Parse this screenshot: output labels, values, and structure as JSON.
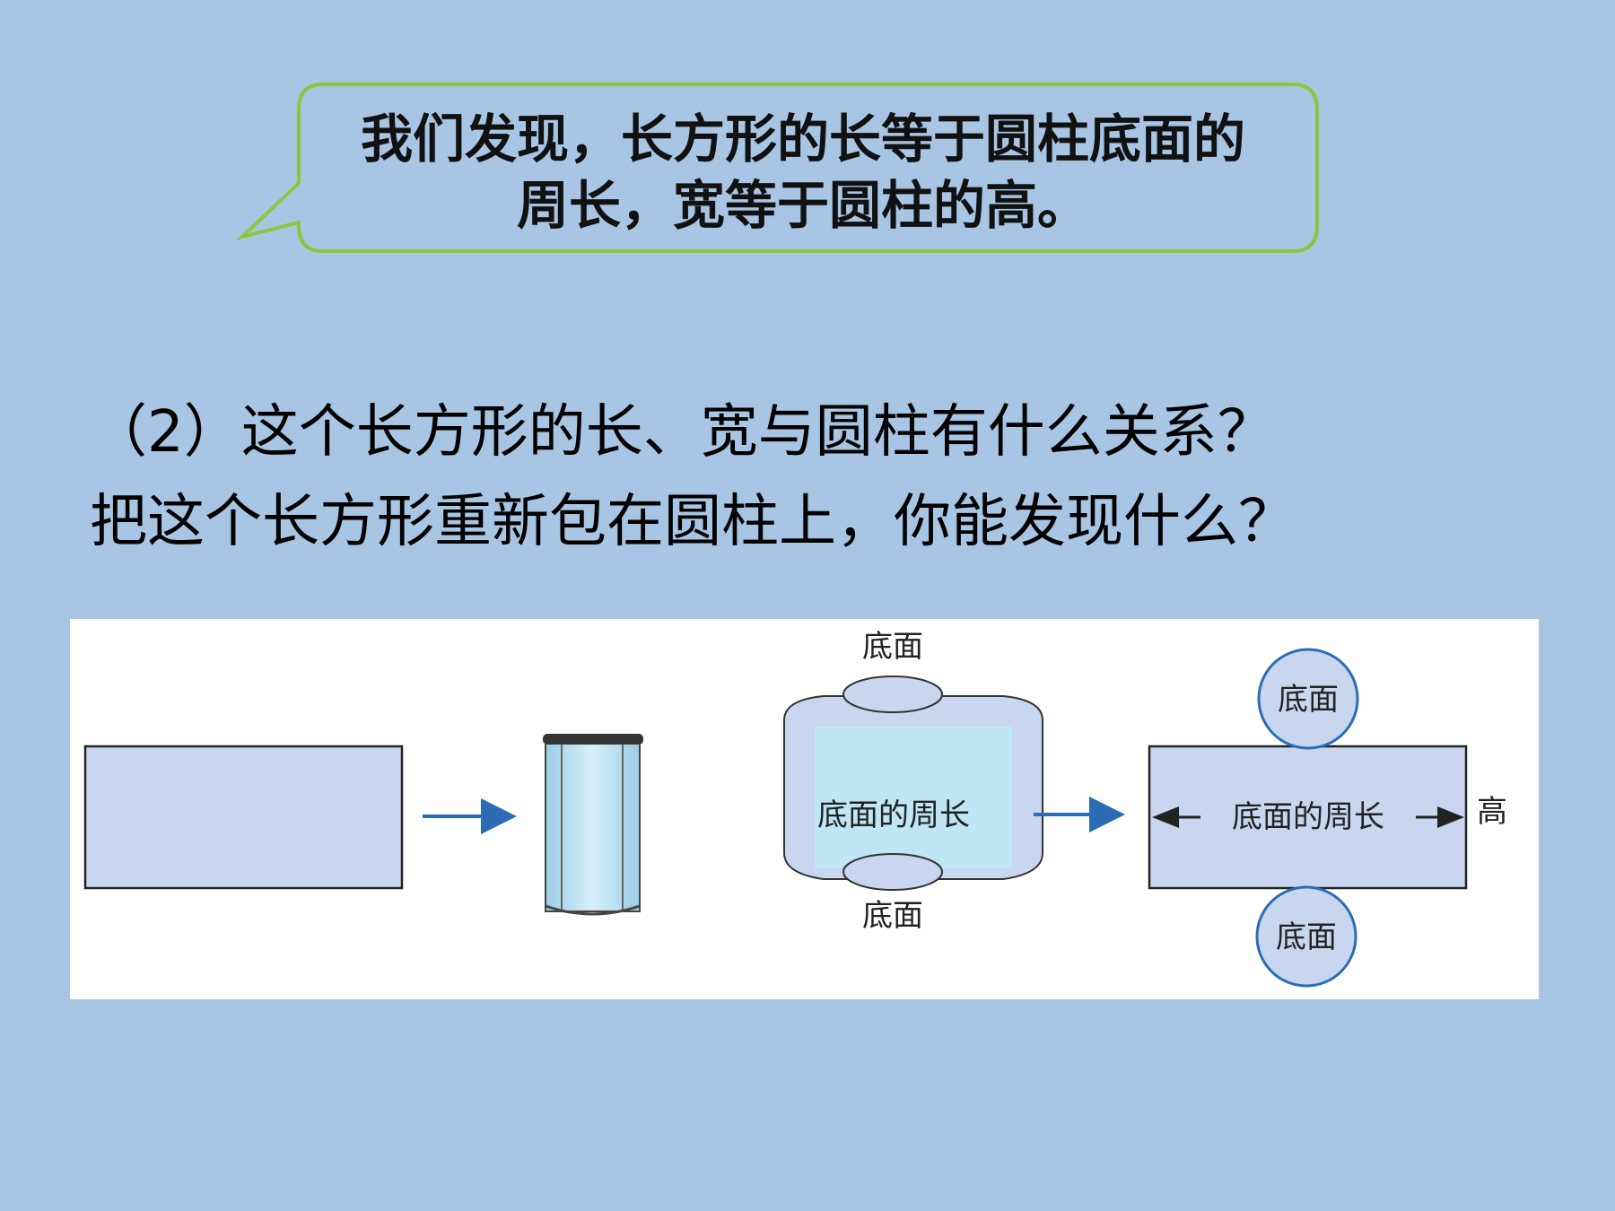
{
  "bubble": {
    "line1": "我们发现，长方形的长等于圆柱底面的",
    "line2": "周长，宽等于圆柱的高。"
  },
  "question": {
    "line1": "（2）这个长方形的长、宽与圆柱有什么关系？",
    "line2": "把这个长方形重新包在圆柱上，你能发现什么？"
  },
  "figure": {
    "label_base_top": "底面",
    "label_base_bottom": "底面",
    "label_circumference_wrap": "底面的周长",
    "label_circumference_net": "底面的周长",
    "label_height": "高",
    "label_net_circle_top": "底面",
    "label_net_circle_bottom": "底面"
  },
  "colors": {
    "background": "#a8c6e4",
    "bubble_border": "#8cc63f",
    "rectangle_fill": "#c9d6ef",
    "cylinder_fill": "#bfe0f0",
    "arrow": "#2a6db5"
  }
}
